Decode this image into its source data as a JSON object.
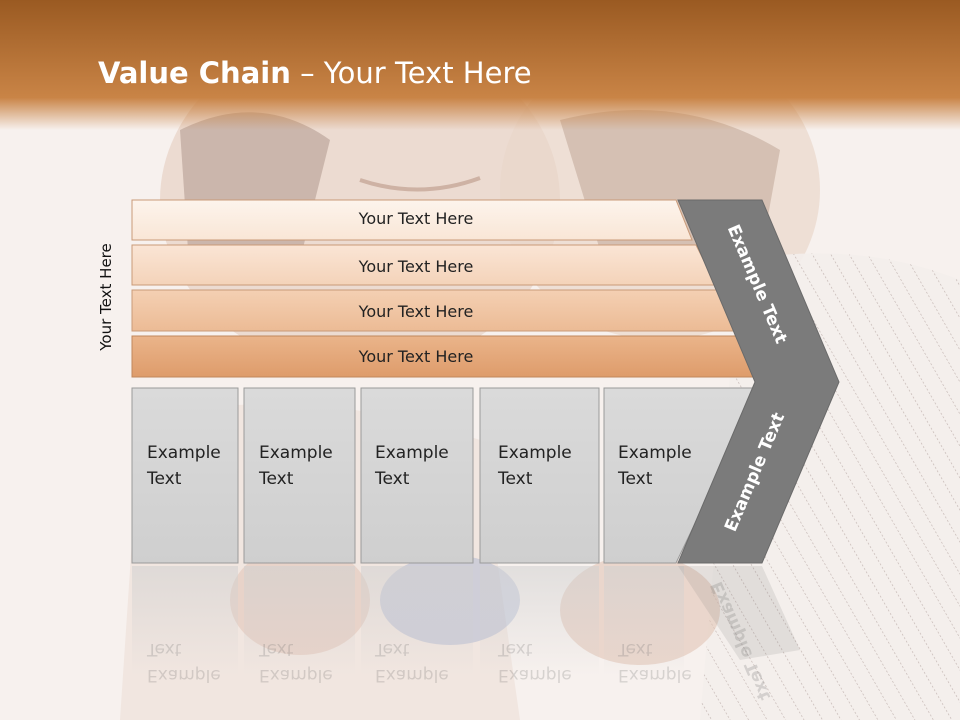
{
  "slide": {
    "title_bold": "Value Chain",
    "title_rest": " – Your Text Here",
    "vertical_label": "Your Text Here",
    "bands": [
      "Your Text Here",
      "Your Text Here",
      "Your Text Here",
      "Your Text Here"
    ],
    "boxes": [
      {
        "line1": "Example",
        "line2": "Text"
      },
      {
        "line1": "Example",
        "line2": "Text"
      },
      {
        "line1": "Example",
        "line2": "Text"
      },
      {
        "line1": "Example",
        "line2": "Text"
      },
      {
        "line1": "Example",
        "line2": "Text"
      }
    ],
    "arrow_upper_label": "Example Text",
    "arrow_lower_label": "Example Text"
  },
  "colors": {
    "header_bar": "#c4793a",
    "band_1": "#fbeee4",
    "band_2": "#f7ddc9",
    "band_3": "#f1c7a6",
    "band_4": "#e5a97b",
    "box_fill": "#d8d8d8",
    "arrow_fill": "#7b7b7b"
  }
}
